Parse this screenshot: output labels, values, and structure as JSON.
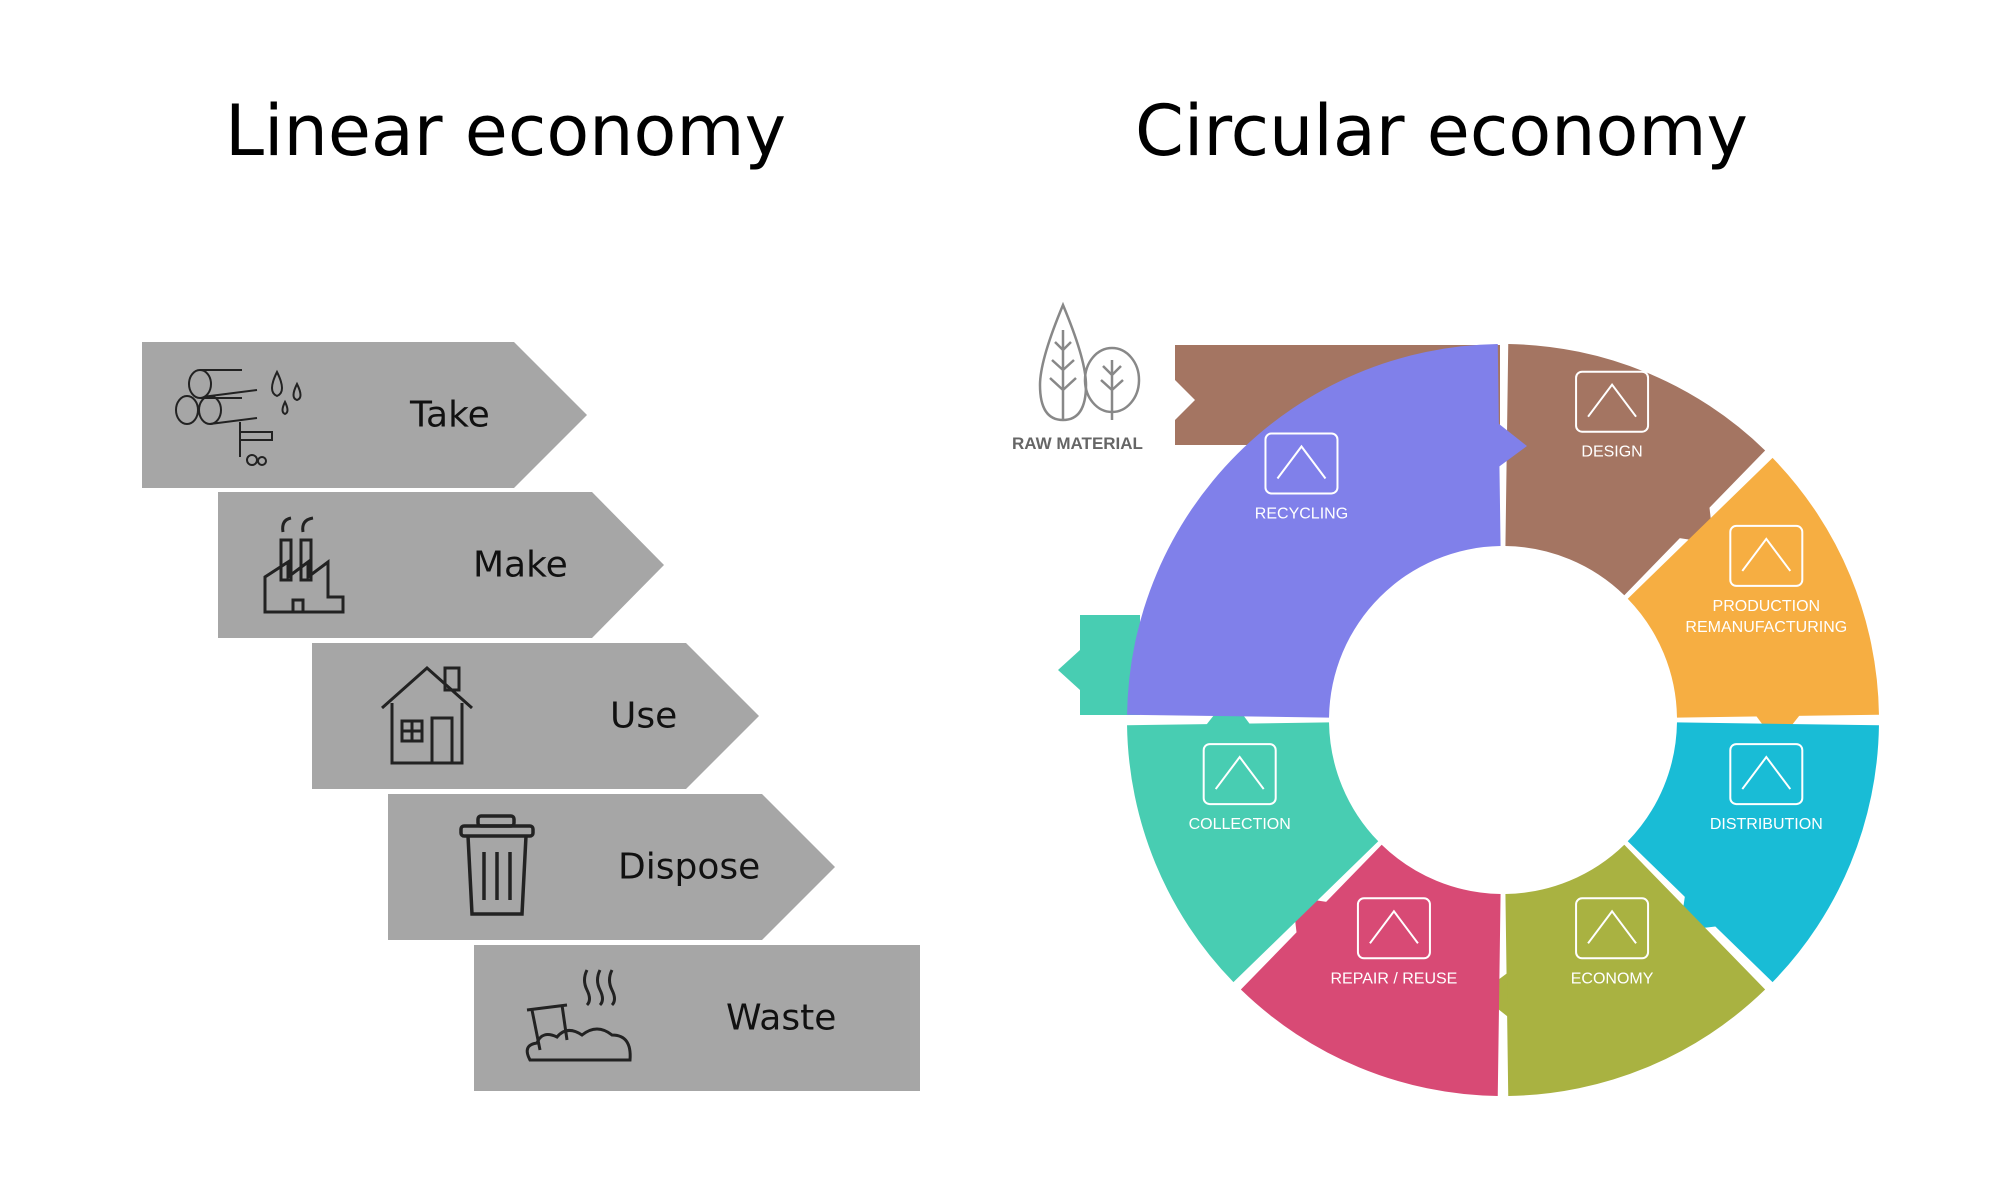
{
  "linear": {
    "title": "Linear economy",
    "steps": [
      {
        "label": "Take",
        "icon": "raw-resources-icon"
      },
      {
        "label": "Make",
        "icon": "factory-icon"
      },
      {
        "label": "Use",
        "icon": "house-icon"
      },
      {
        "label": "Dispose",
        "icon": "trash-can-icon"
      },
      {
        "label": "Waste",
        "icon": "garbage-pile-icon"
      }
    ]
  },
  "circular": {
    "title": "Circular economy",
    "raw_material_label": "RAW MATERIAL",
    "segments": [
      {
        "label": "DESIGN",
        "color": "#a47562",
        "icon": "pencil-ruler-icon"
      },
      {
        "label": "PRODUCTION",
        "label2": "REMANUFACTURING",
        "color": "#f6ae42",
        "icon": "factory-icon"
      },
      {
        "label": "DISTRIBUTION",
        "color": "#19bcd6",
        "icon": "truck-icon"
      },
      {
        "label": "ECONOMY",
        "color": "#a9b241",
        "icon": "box-chart-icon"
      },
      {
        "label": "REPAIR / REUSE",
        "color": "#d84a75",
        "icon": "wrench-screwdriver-icon"
      },
      {
        "label": "COLLECTION",
        "color": "#48cdb2",
        "icon": "recycle-bins-icon"
      },
      {
        "label": "RECYCLING",
        "color": "#8080ea",
        "icon": "recycle-icon"
      }
    ]
  }
}
